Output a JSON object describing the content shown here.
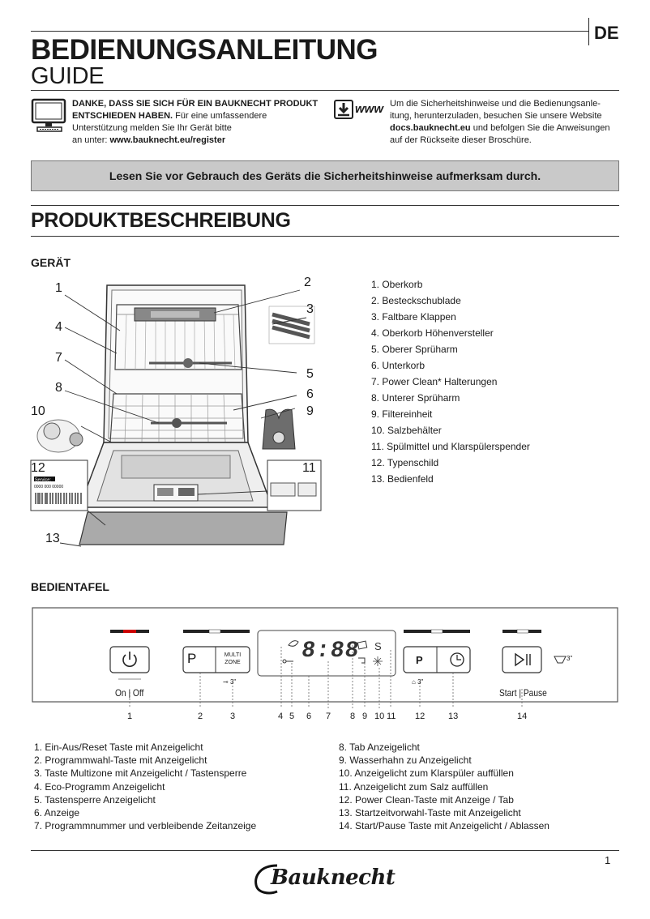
{
  "header": {
    "lang": "DE",
    "title": "BEDIENUNGSANLEITUNG",
    "subtitle": "GUIDE"
  },
  "intro_left": {
    "bold_line1": "DANKE, DASS SIE SICH FÜR EIN BAUKNECHT PRODUKT",
    "bold_line2": "ENTSCHIEDEN HABEN.",
    "text_line2": " Für eine umfassendere",
    "line3": "Unterstützung melden Sie Ihr Gerät bitte",
    "line4_prefix": "an unter: ",
    "line4_link": "www.bauknecht.eu/register"
  },
  "intro_right": {
    "icon_text": "www",
    "line1": "Um die Sicherheitshinweise und die Bedienungsanle-",
    "line2": "itung, herunterzuladen, besuchen Sie unsere Website",
    "line3_link": "docs.bauknecht.eu",
    "line3_rest": " und befolgen Sie die Anweisungen",
    "line4": "auf der Rückseite dieser Broschüre."
  },
  "banner": "Lesen Sie vor Gebrauch des Geräts die Sicherheitshinweise  aufmerksam durch.",
  "section_title": "PRODUKTBESCHREIBUNG",
  "geraet": {
    "heading": "GERÄT",
    "items": [
      "1.  Oberkorb",
      "2.  Besteckschublade",
      "3.  Faltbare Klappen",
      "4.  Oberkorb Höhenversteller",
      "5.  Oberer Sprüharm",
      "6.  Unterkorb",
      "7.  Power Clean* Halterungen",
      "8.  Unterer Sprüharm",
      "9.  Filtereinheit",
      "10.  Salzbehälter",
      "11.  Spülmittel und Klarspülerspender",
      "12.  Typenschild",
      "13.  Bedienfeld"
    ],
    "callouts": [
      "1",
      "2",
      "3",
      "4",
      "5",
      "6",
      "7",
      "8",
      "9",
      "10",
      "11",
      "12",
      "13"
    ],
    "label_service": "Service:",
    "label_code": "0000 000 00000"
  },
  "bedientafel": {
    "heading": "BEDIENTAFEL",
    "on_off": "On | Off",
    "p_label": "P",
    "multi_line1": "MULTI",
    "multi_line2": "ZONE",
    "lock_3s": "3\"",
    "display_digits": "8:88",
    "power_p": "P",
    "power_3s": "3\"",
    "start_pause": "Start | Pause",
    "drain_3s": "3\"",
    "numbers": [
      "1",
      "2",
      "3",
      "4",
      "5",
      "6",
      "7",
      "8",
      "9",
      "10",
      "11",
      "12",
      "13",
      "14"
    ],
    "items_left": [
      "1.  Ein-Aus/Reset Taste mit Anzeigelicht",
      "2.  Programmwahl-Taste mit Anzeigelicht",
      "3.  Taste Multizone mit Anzeigelicht / Tastensperre",
      "4.  Eco-Programm Anzeigelicht",
      "5.  Tastensperre Anzeigelicht",
      "6.  Anzeige",
      "7.  Programmnummer und verbleibende Zeitanzeige"
    ],
    "items_right": [
      "8.  Tab Anzeigelicht",
      "9.  Wasserhahn zu Anzeigelicht",
      "10.  Anzeigelicht zum Klarspüler auffüllen",
      "11.  Anzeigelicht zum Salz auffüllen",
      "12.  Power Clean-Taste mit Anzeige / Tab",
      "13.  Startzeitvorwahl-Taste mit Anzeigelicht",
      "14.  Start/Pause Taste mit Anzeigelicht / Ablassen"
    ]
  },
  "footer": {
    "page": "1",
    "brand": "Bauknecht"
  },
  "colors": {
    "banner_bg": "#c9c9c9",
    "ink": "#1a1a1a"
  }
}
